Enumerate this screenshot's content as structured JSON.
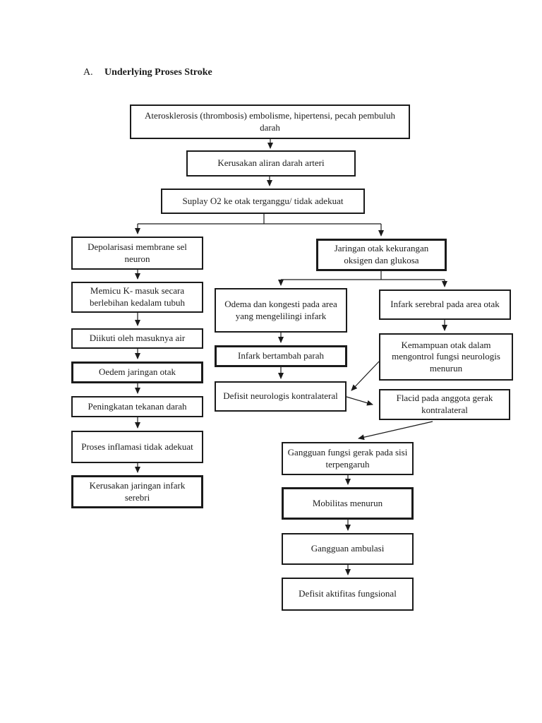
{
  "heading": {
    "letter": "A.",
    "title": "Underlying Proses Stroke"
  },
  "flowchart": {
    "colors": {
      "line": "#1b1b1b",
      "border": "#1b1b1b",
      "background": "#ffffff",
      "text": "#1b1b1b"
    },
    "nodes": {
      "aterosklerosis": "Aterosklerosis (thrombosis) embolisme, hipertensi, pecah pembuluh darah",
      "kerusakan_aliran": "Kerusakan aliran darah arteri",
      "suplay_o2": "Suplay O2 ke otak terganggu/ tidak adekuat",
      "depolarisasi": "Depolarisasi membrane sel neuron",
      "memicu_k": "Memicu K- masuk secara berlebihan kedalam tubuh",
      "diikuti_air": "Diikuti oleh masuknya air",
      "oedem_jaringan": "Oedem jaringan otak",
      "peningkatan_tekanan": "Peningkatan tekanan darah",
      "proses_inflamasi": "Proses inflamasi tidak adekuat",
      "kerusakan_jaringan": "Kerusakan jaringan infark serebri",
      "jaringan_otak": "Jaringan otak kekurangan oksigen dan glukosa",
      "odema_kongesti": "Odema dan kongesti pada area yang mengelilingi infark",
      "infark_bertambah": "Infark bertambah parah",
      "defisit_neurologis": "Defisit neurologis kontralateral",
      "infark_serebral": "Infark serebral pada area otak",
      "kemampuan_otak": "Kemampuan otak dalam mengontrol fungsi neurologis menurun",
      "flacid": "Flacid pada anggota gerak kontralateral",
      "gangguan_fungsi_gerak": "Gangguan fungsi gerak pada sisi terpengaruh",
      "mobilitas_menurun": "Mobilitas menurun",
      "gangguan_ambulasi": "Gangguan ambulasi",
      "defisit_aktifitas": "Defisit aktifitas fungsional"
    }
  }
}
